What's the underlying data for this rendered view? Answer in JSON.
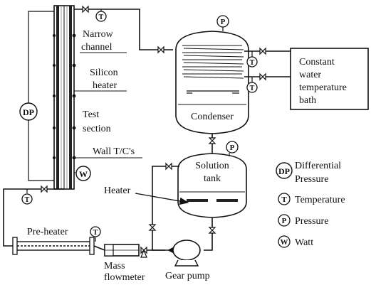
{
  "labels": {
    "narrow_channel": [
      "Narrow",
      "channel"
    ],
    "silicon_heater": [
      "Silicon",
      "heater"
    ],
    "test_section": [
      "Test",
      "section"
    ],
    "wall_tc": "Wall T/C's",
    "condenser": "Condenser",
    "bath": [
      "Constant",
      "water",
      "temperature",
      "bath"
    ],
    "solution_tank": [
      "Solution",
      "tank"
    ],
    "heater": "Heater",
    "pre_heater": "Pre-heater",
    "mass_flowmeter": [
      "Mass",
      "flowmeter"
    ],
    "gear_pump": "Gear pump"
  },
  "instruments": {
    "dp": "DP",
    "t": "T",
    "p": "P",
    "w": "W"
  },
  "legend": [
    {
      "symbol": "DP",
      "label": "Differential"
    },
    {
      "symbol": "",
      "label": "Pressure"
    },
    {
      "symbol": "T",
      "label": "Temperature"
    },
    {
      "symbol": "P",
      "label": "Pressure"
    },
    {
      "symbol": "W",
      "label": "Watt"
    }
  ]
}
